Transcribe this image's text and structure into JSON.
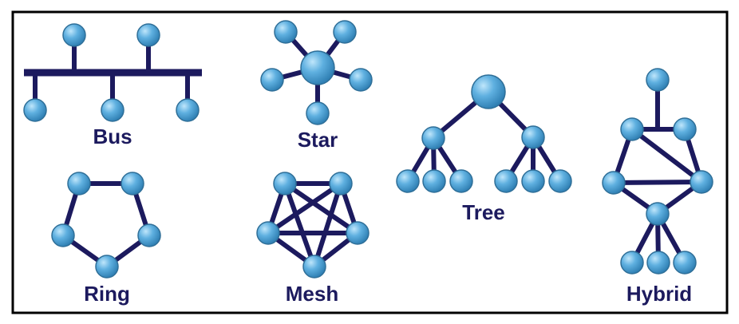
{
  "diagram": {
    "colors": {
      "link": "#1c1a5e",
      "node_light": "#bfe6fb",
      "node_mid": "#5fb0e0",
      "node_dark": "#2f7fb3",
      "label": "#1c1a5e",
      "frame": "#000000"
    },
    "labels": {
      "bus": "Bus",
      "star": "Star",
      "tree": "Tree",
      "ring": "Ring",
      "mesh": "Mesh",
      "hybrid": "Hybrid"
    }
  }
}
